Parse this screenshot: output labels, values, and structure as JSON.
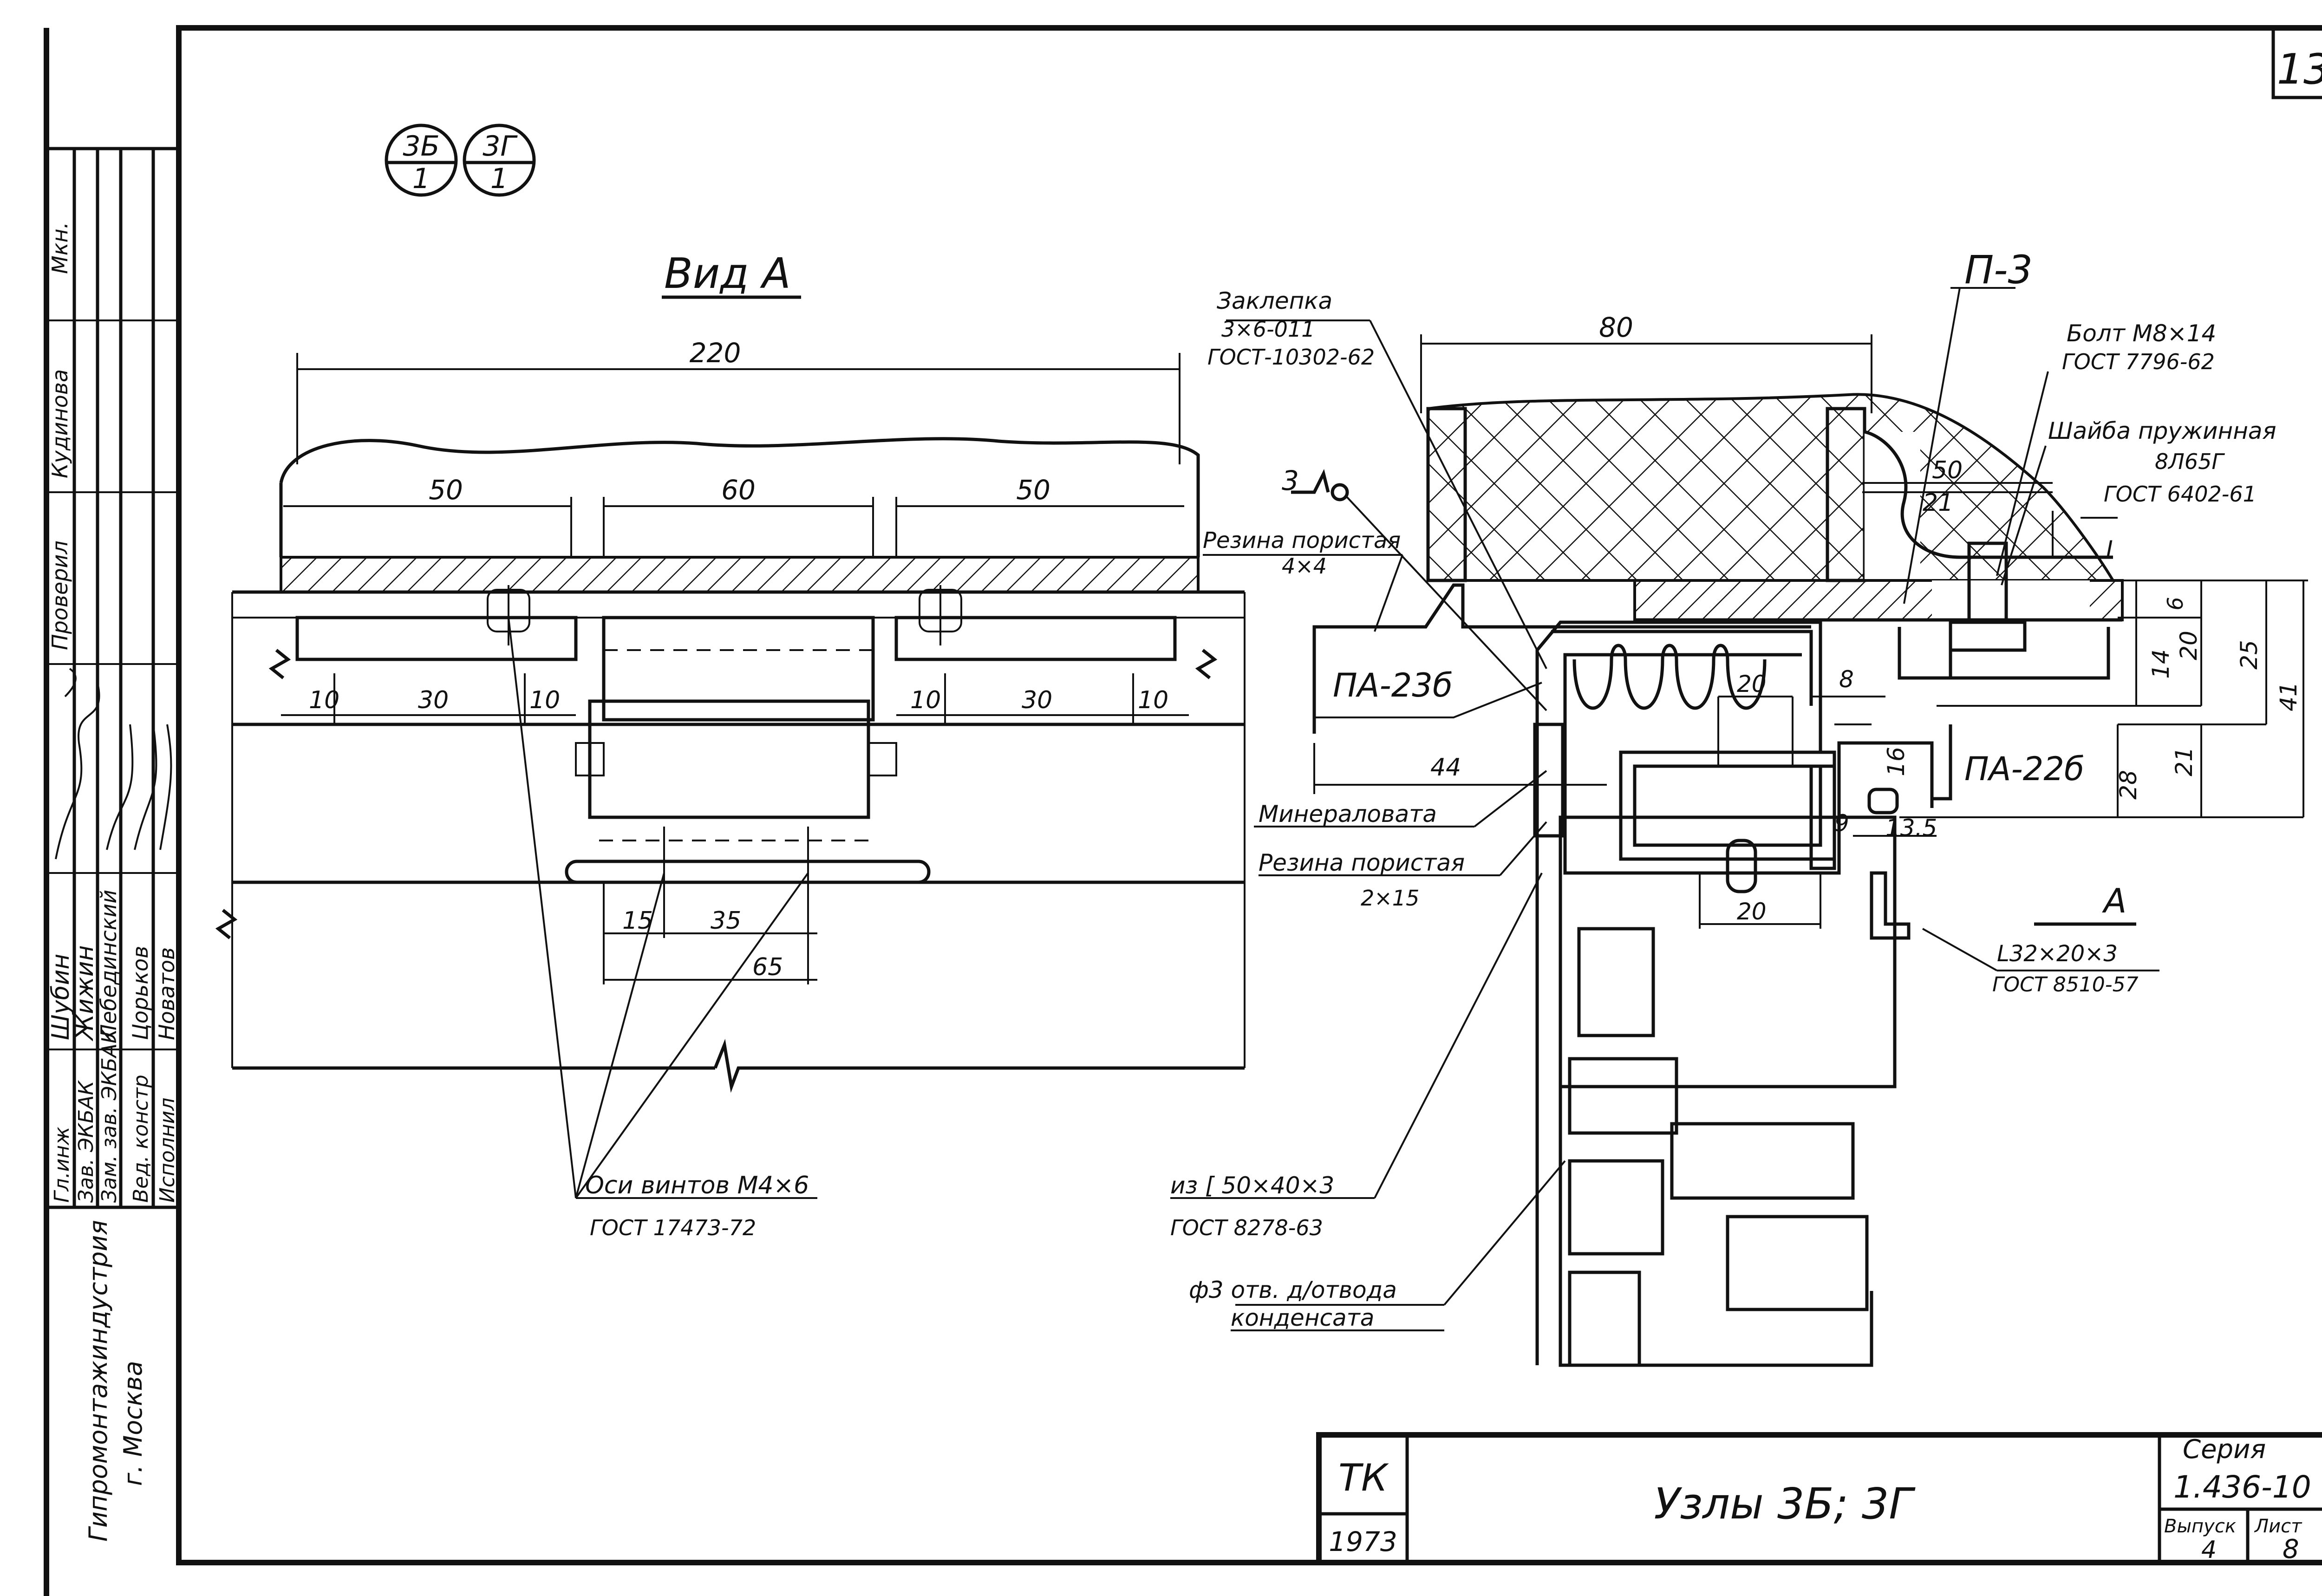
{
  "sheet": {
    "number": "13",
    "node_markers": [
      {
        "top": "3Б",
        "bottom": "1"
      },
      {
        "top": "3Г",
        "bottom": "1"
      }
    ]
  },
  "side_stamp": {
    "roles": [
      "Гл.инж",
      "Зав. ЭКБАК",
      "Зам. зав. ЭКБАК",
      "Вед. констр",
      "Исполнил"
    ],
    "names": [
      "Шубин",
      "Жижин",
      "Лебединский",
      "Цорьков",
      "Новатов"
    ],
    "vertical_labels": [
      "Мкн.",
      "Кудинова",
      "Проверил"
    ],
    "organization": [
      "Гипромонтажиндустрия",
      "г. Москва"
    ]
  },
  "view_a": {
    "title": "Вид А",
    "dims": {
      "total": "220",
      "left": "50",
      "mid": "60",
      "right": "50",
      "l1": "10",
      "l2": "30",
      "l3": "10",
      "r1": "10",
      "r2": "30",
      "r3": "10",
      "b1": "15",
      "b2": "35",
      "b3": "65"
    },
    "note_screws": "Оси винтов М4×6",
    "note_screws_gost": "ГОСТ 17473-72"
  },
  "section": {
    "label_p3": "П-3",
    "dim_80": "80",
    "rivet": [
      "Заклепка",
      "3×6-011",
      "ГОСТ-10302-62"
    ],
    "bolt": [
      "Болт М8×14",
      "ГОСТ 7796-62"
    ],
    "washer": [
      "Шайба пружинная",
      "8Л65Г",
      "ГОСТ 6402-61"
    ],
    "weld": "3",
    "rubber_4x4": [
      "Резина пористая",
      "4×4"
    ],
    "pa23": "ПА-23б",
    "pa22": "ПА-22б",
    "dims": {
      "d44": "44",
      "d50": "50",
      "d21": "21",
      "d6": "6",
      "d20a": "20",
      "d25": "25",
      "d14": "14",
      "d41": "41",
      "d20b": "20",
      "d8": "8",
      "d16": "16",
      "d21b": "21",
      "d28": "28",
      "d9": "9",
      "d135": "13.5",
      "d20c": "20",
      "mark_i": "I"
    },
    "mineral": "Минераловата",
    "rubber_2x15": [
      "Резина пористая",
      "2×15"
    ],
    "view_marker": "А",
    "angle": [
      "L32×20×3",
      "ГОСТ 8510-57"
    ],
    "channel": [
      "из [ 50×40×3",
      "ГОСТ 8278-63"
    ],
    "drain": [
      "ф3 отв. д/отвода",
      "конденсата"
    ]
  },
  "title_block": {
    "org": "ТК",
    "year": "1973",
    "title": "Узлы 3Б; 3Г",
    "series_label": "Серия",
    "series": "1.436-10",
    "issue_label": "Выпуск",
    "issue": "4",
    "sheet_label": "Лист",
    "sheet": "8"
  }
}
